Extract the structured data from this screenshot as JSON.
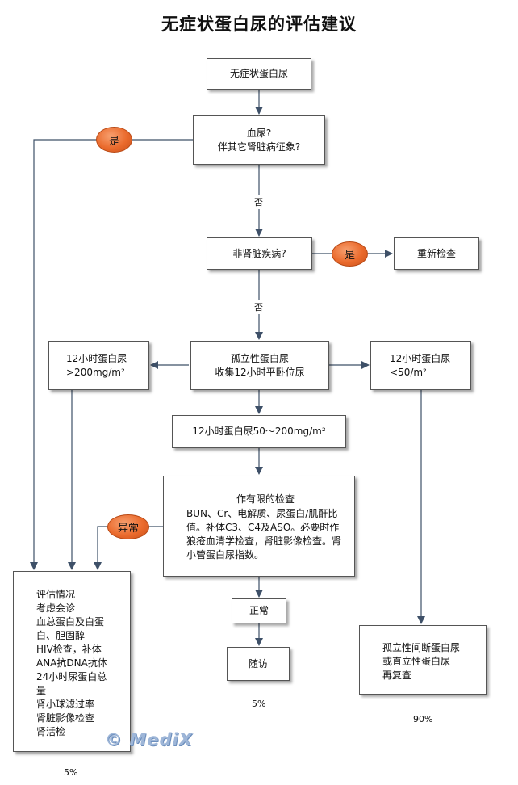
{
  "title": "无症状蛋白尿的评估建议",
  "nodes": {
    "start": "无症状蛋白尿",
    "q1_line1": "血尿?",
    "q1_line2": "伴其它肾脏病征象?",
    "q2": "非肾脏疾病?",
    "retest": "重新检查",
    "orthostatic_line1": "孤立性蛋白尿",
    "orthostatic_line2": "收集12小时平卧位尿",
    "high_line1": "12小时蛋白尿",
    "high_line2": ">200mg/m²",
    "low_line1": "12小时蛋白尿",
    "low_line2": "<50/m²",
    "mid": "12小时蛋白尿50～200mg/m²",
    "limited_title": "作有限的检查",
    "limited_body": "BUN、Cr、电解质、尿蛋白/肌酐比值。补体C3、C4及ASO。必要时作狼疮血清学检查，肾脏影像检查。肾小管蛋白尿指数。",
    "normal": "正常",
    "followup": "随访",
    "evaluate_lines": [
      "评估情况",
      "考虑会诊",
      "血总蛋白及白蛋白、胆固醇",
      "HIV检查，补体ANA抗DNA抗体",
      "24小时尿蛋白总量",
      "肾小球滤过率",
      "肾脏影像检查",
      "肾活检"
    ],
    "intermittent_line1": "孤立性间断蛋白尿",
    "intermittent_line2": "或直立性蛋白尿",
    "intermittent_line3": "再复查"
  },
  "edge_labels": {
    "yes1": "是",
    "yes2": "是",
    "no1": "否",
    "no2": "否",
    "abnormal": "异常"
  },
  "percents": {
    "evaluate": "5%",
    "followup": "5%",
    "intermittent": "90%"
  },
  "watermark": "© MediX",
  "colors": {
    "line": "#3e5068",
    "pill": "#ea6a2c"
  }
}
